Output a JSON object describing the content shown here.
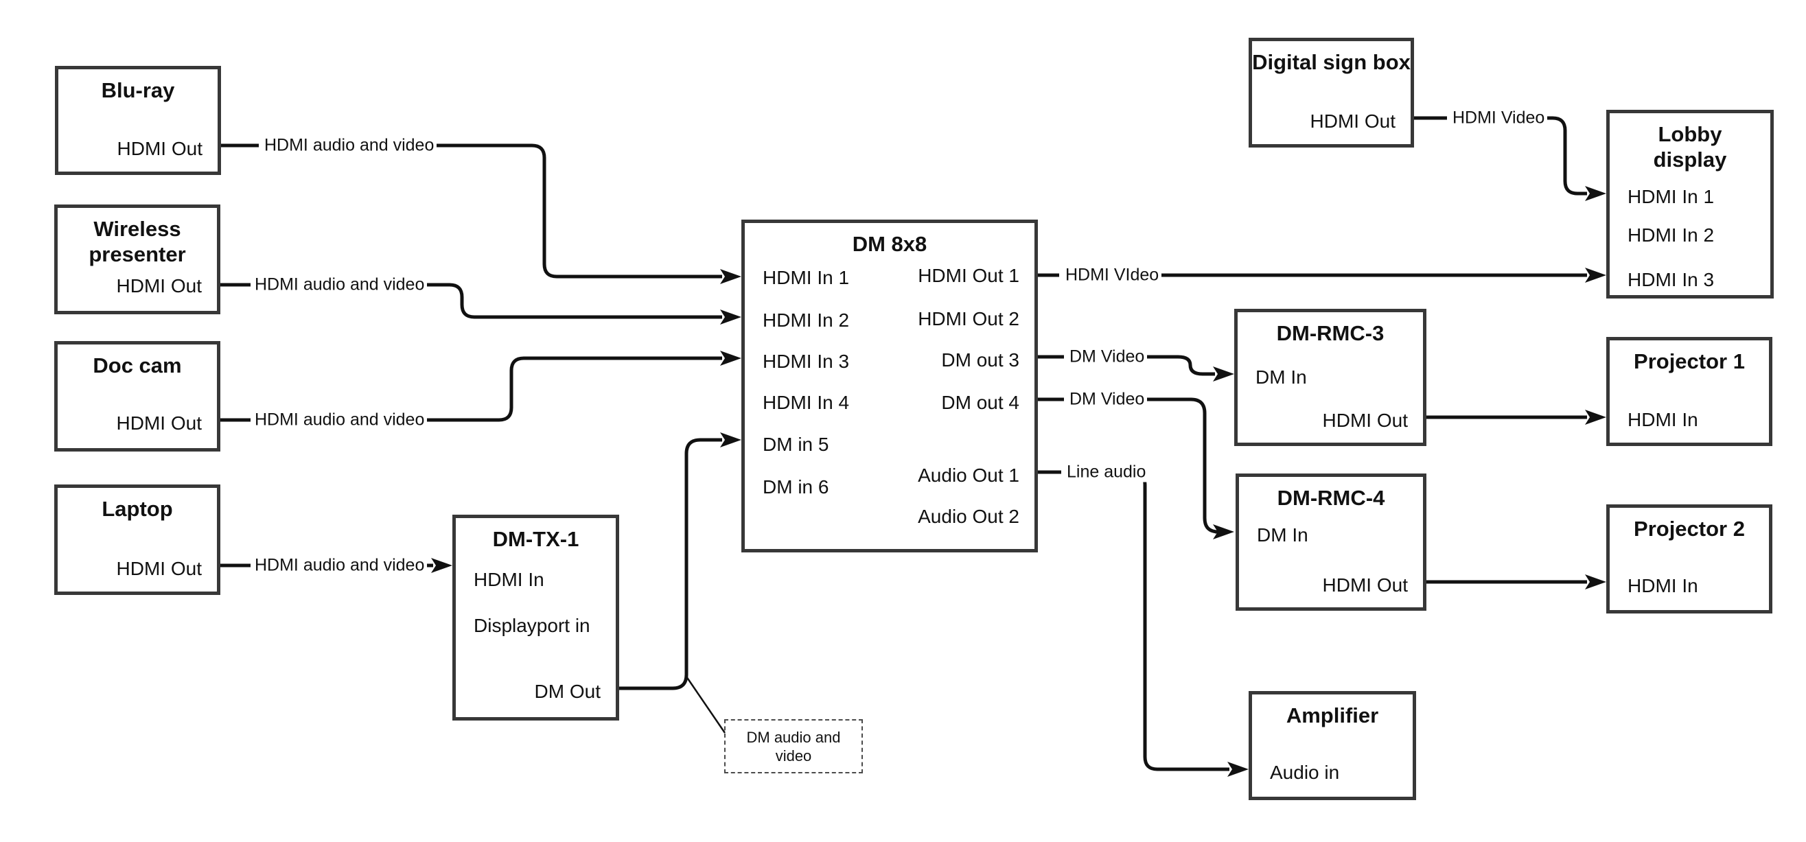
{
  "colors": {
    "background": "#ffffff",
    "box_border": "#383838",
    "wire": "#111111",
    "text": "#111111"
  },
  "nodes": {
    "bluray": {
      "title": "Blu-ray",
      "ports": {
        "hdmi_out": "HDMI Out"
      }
    },
    "wireless": {
      "title": "Wireless presenter",
      "ports": {
        "hdmi_out": "HDMI Out"
      }
    },
    "doccam": {
      "title": "Doc cam",
      "ports": {
        "hdmi_out": "HDMI Out"
      }
    },
    "laptop": {
      "title": "Laptop",
      "ports": {
        "hdmi_out": "HDMI Out"
      }
    },
    "dmtx1": {
      "title": "DM-TX-1",
      "ports": {
        "hdmi_in": "HDMI In",
        "displayport_in": "Displayport in",
        "dm_out": "DM Out"
      }
    },
    "dm8x8": {
      "title": "DM 8x8",
      "ports": {
        "hdmi_in_1": "HDMI In 1",
        "hdmi_in_2": "HDMI In 2",
        "hdmi_in_3": "HDMI In 3",
        "hdmi_in_4": "HDMI In 4",
        "dm_in_5": "DM in 5",
        "dm_in_6": "DM in 6",
        "hdmi_out_1": "HDMI Out 1",
        "hdmi_out_2": "HDMI Out 2",
        "dm_out_3": "DM out 3",
        "dm_out_4": "DM out 4",
        "audio_out_1": "Audio Out 1",
        "audio_out_2": "Audio Out 2"
      }
    },
    "digital_sign": {
      "title": "Digital sign box",
      "ports": {
        "hdmi_out": "HDMI Out"
      }
    },
    "lobby": {
      "title": "Lobby display",
      "ports": {
        "hdmi_in_1": "HDMI In 1",
        "hdmi_in_2": "HDMI In 2",
        "hdmi_in_3": "HDMI In 3"
      }
    },
    "rmc3": {
      "title": "DM-RMC-3",
      "ports": {
        "dm_in": "DM In",
        "hdmi_out": "HDMI Out"
      }
    },
    "rmc4": {
      "title": "DM-RMC-4",
      "ports": {
        "dm_in": "DM In",
        "hdmi_out": "HDMI Out"
      }
    },
    "proj1": {
      "title": "Projector 1",
      "ports": {
        "hdmi_in": "HDMI In"
      }
    },
    "proj2": {
      "title": "Projector 2",
      "ports": {
        "hdmi_in": "HDMI In"
      }
    },
    "amplifier": {
      "title": "Amplifier",
      "ports": {
        "audio_in": "Audio in"
      }
    }
  },
  "connection_labels": {
    "bluray_to_dm8x8": "HDMI audio and video",
    "wireless_to_dm8x8": "HDMI audio and video",
    "doccam_to_dm8x8": "HDMI audio and video",
    "laptop_to_dmtx1": "HDMI audio and video",
    "hdmiout1_to_lobby": "HDMI VIdeo",
    "dmout3_to_rmc3": "DM Video",
    "dmout4_to_rmc4": "DM Video",
    "audioout1_to_amp": "Line audio",
    "sign_to_lobby": "HDMI Video"
  },
  "note": {
    "text": "DM audio and video"
  }
}
